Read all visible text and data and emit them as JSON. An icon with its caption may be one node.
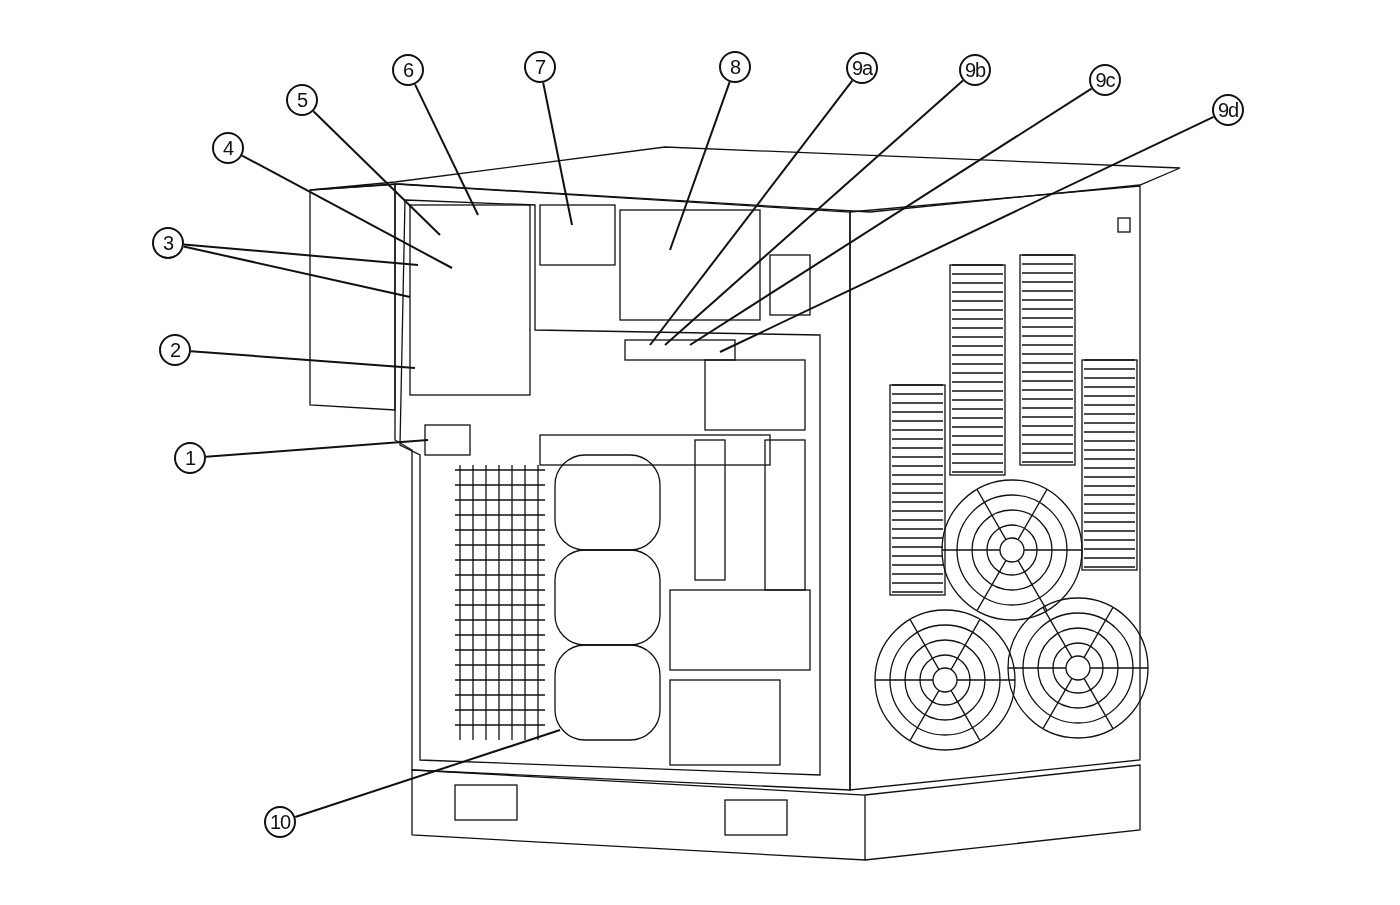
{
  "diagram": {
    "nodes": [
      {
        "text": [
          "1"
        ]
      },
      {
        "text": [
          "2"
        ]
      },
      {
        "text": [
          "3"
        ]
      },
      {
        "text": [
          "4"
        ]
      },
      {
        "text": [
          "5"
        ]
      },
      {
        "text": [
          "6"
        ]
      },
      {
        "text": [
          "7"
        ]
      },
      {
        "text": [
          "8"
        ]
      },
      {
        "text": [
          "9a"
        ]
      },
      {
        "text": [
          "9b"
        ]
      },
      {
        "text": [
          "9c"
        ]
      },
      {
        "text": [
          "9d"
        ]
      },
      {
        "text": [
          "10"
        ]
      }
    ],
    "edges": [
      {
        "from": 0,
        "to": null,
        "arrow": "none"
      },
      {
        "from": 1,
        "to": null,
        "arrow": "none"
      },
      {
        "from": 2,
        "to": null,
        "arrow": "none"
      },
      {
        "from": 2,
        "to": null,
        "arrow": "none"
      },
      {
        "from": 3,
        "to": null,
        "arrow": "none"
      },
      {
        "from": 4,
        "to": null,
        "arrow": "none"
      },
      {
        "from": 5,
        "to": null,
        "arrow": "none"
      },
      {
        "from": 6,
        "to": null,
        "arrow": "none"
      },
      {
        "from": 7,
        "to": null,
        "arrow": "none"
      },
      {
        "from": 8,
        "to": null,
        "arrow": "none"
      },
      {
        "from": 9,
        "to": null,
        "arrow": "none"
      },
      {
        "from": 10,
        "to": null,
        "arrow": "none"
      },
      {
        "from": 11,
        "to": null,
        "arrow": "none"
      },
      {
        "from": 12,
        "to": null,
        "arrow": "none"
      }
    ]
  }
}
